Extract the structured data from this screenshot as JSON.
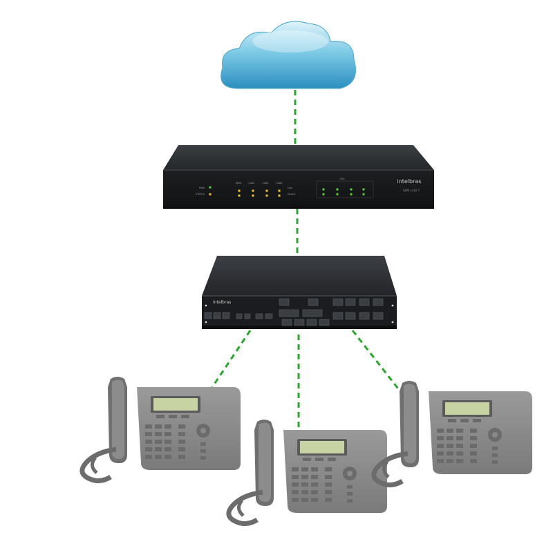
{
  "gateway": {
    "brand": "intelbras",
    "model": "GKM 2210 T",
    "led_labels": [
      "PWR",
      "STATUS",
      "WAN",
      "LAN1",
      "LAN2",
      "LAN3",
      "Link",
      "Speed",
      "FXO"
    ]
  },
  "pbx": {
    "brand": "intelbras"
  },
  "colors": {
    "link": "#2aa52e",
    "cloud_light": "#bfe8f6",
    "cloud_dark": "#2b8fc0",
    "device_body": "#222528",
    "phone_body": "#8a8a8a",
    "phone_screen": "#c7d3a3",
    "led_green": "#5cd23a",
    "led_amber": "#f3c432"
  }
}
